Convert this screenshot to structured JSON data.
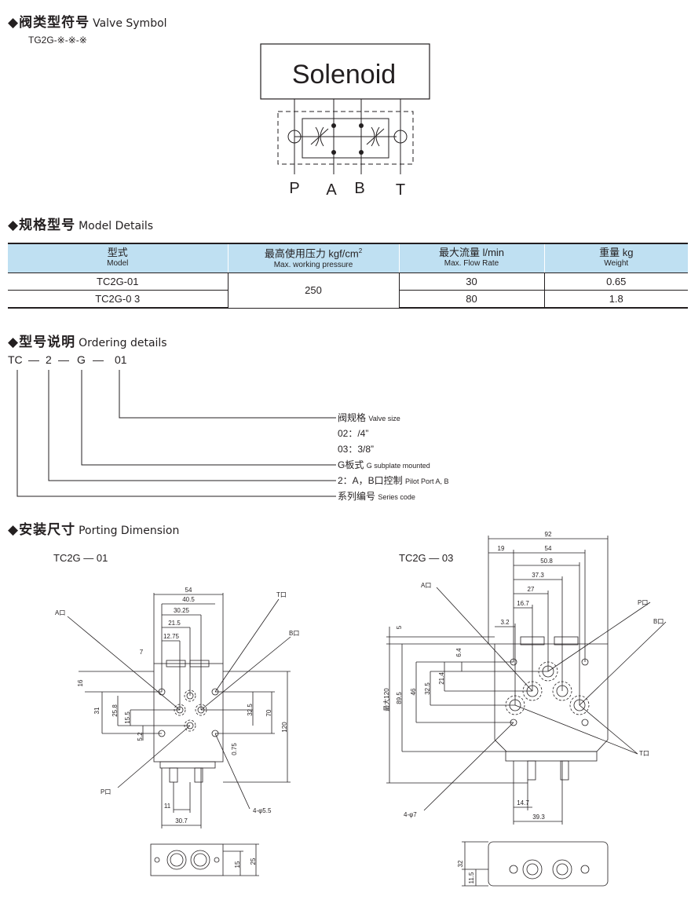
{
  "valve_symbol": {
    "title_cn": "阀类型符号",
    "title_en": "Valve Symbol",
    "code": "TG2G-※-※-※",
    "solenoid": "Solenoid",
    "ports": [
      "P",
      "A",
      "B",
      "T"
    ]
  },
  "model_details": {
    "title_cn": "规格型号",
    "title_en": "Model Details",
    "headers": [
      {
        "cn": "型式",
        "en": "Model"
      },
      {
        "cn": "最高使用压力 kgf/cm",
        "sup": "2",
        "en": "Max. working pressure"
      },
      {
        "cn": "最大流量 l/min",
        "en": "Max. Flow Rate"
      },
      {
        "cn": "重量 kg",
        "en": "Weight"
      }
    ],
    "rows": [
      {
        "model": "TC2G-01",
        "flow": "30",
        "weight": "0.65"
      },
      {
        "model": "TC2G-0 3",
        "flow": "80",
        "weight": "1.8"
      }
    ],
    "pressure": "250"
  },
  "ordering": {
    "title_cn": "型号说明",
    "title_en": "Ordering details",
    "code_parts": [
      "TC",
      "—",
      "2",
      "—",
      "G",
      "—",
      "01"
    ],
    "lines": [
      {
        "cn": "阀规格",
        "en": "Valve size"
      },
      {
        "cn": "02：/4”",
        "en": ""
      },
      {
        "cn": "03：3/8”",
        "en": ""
      },
      {
        "cn": "G板式",
        "en": "G subplate mounted"
      },
      {
        "cn": "2：A，B口控制",
        "en": "Pilot Port A, B"
      },
      {
        "cn": "系列编号",
        "en": "Series code"
      }
    ]
  },
  "porting": {
    "title_cn": "安装尺寸",
    "title_en": "Porting Dimension",
    "left": {
      "model": "TC2G — 01",
      "dims": [
        "54",
        "40.5",
        "30.25",
        "21.5",
        "12.75",
        "7",
        "16",
        "31",
        "25.8",
        "15.5",
        "5.2",
        "32.5",
        "70",
        "120",
        "0.75",
        "11",
        "30.7",
        "15",
        "25"
      ],
      "labels": {
        "a": "A口",
        "t": "T口",
        "b": "B口",
        "p": "P口",
        "holes": "4-φ5.5"
      }
    },
    "right": {
      "model": "TC2G — 03",
      "dims": [
        "92",
        "19",
        "54",
        "50.8",
        "37.3",
        "27",
        "16.7",
        "3.2",
        "5",
        "6.4",
        "21.4",
        "32.5",
        "46",
        "89.5",
        "最大120",
        "14.7",
        "39.3",
        "32",
        "11.5"
      ],
      "labels": {
        "a": "A口",
        "p": "P口",
        "b": "B口",
        "t": "T口",
        "holes": "4-φ7"
      }
    }
  }
}
